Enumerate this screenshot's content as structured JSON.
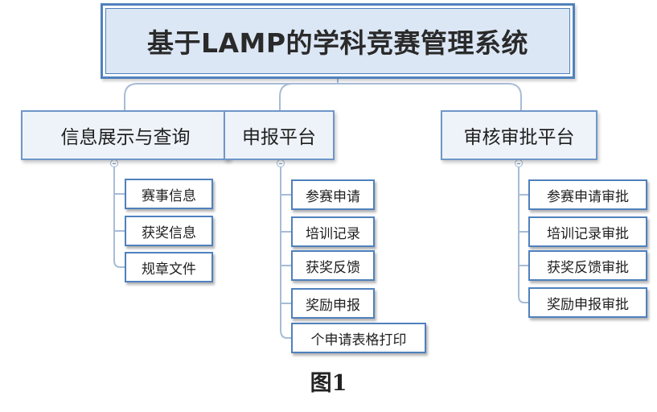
{
  "diagram": {
    "root": {
      "label": "基于LAMP的学科竞赛管理系统"
    },
    "branches": [
      {
        "label": "信息展示与查询",
        "children": [
          "赛事信息",
          "获奖信息",
          "规章文件"
        ]
      },
      {
        "label": "申报平台",
        "children": [
          "参赛申请",
          "培训记录",
          "获奖反馈",
          "奖励申报",
          "个申请表格打印"
        ]
      },
      {
        "label": "审核审批平台",
        "children": [
          "参赛申请审批",
          "培训记录审批",
          "获奖反馈审批",
          "奖励申报审批"
        ]
      }
    ],
    "caption": "图1"
  },
  "colors": {
    "border": "#4f81bd",
    "root_fill": "#dce7f5",
    "branch_fill": "#eef3f9",
    "connector": "#a7bcd6"
  }
}
